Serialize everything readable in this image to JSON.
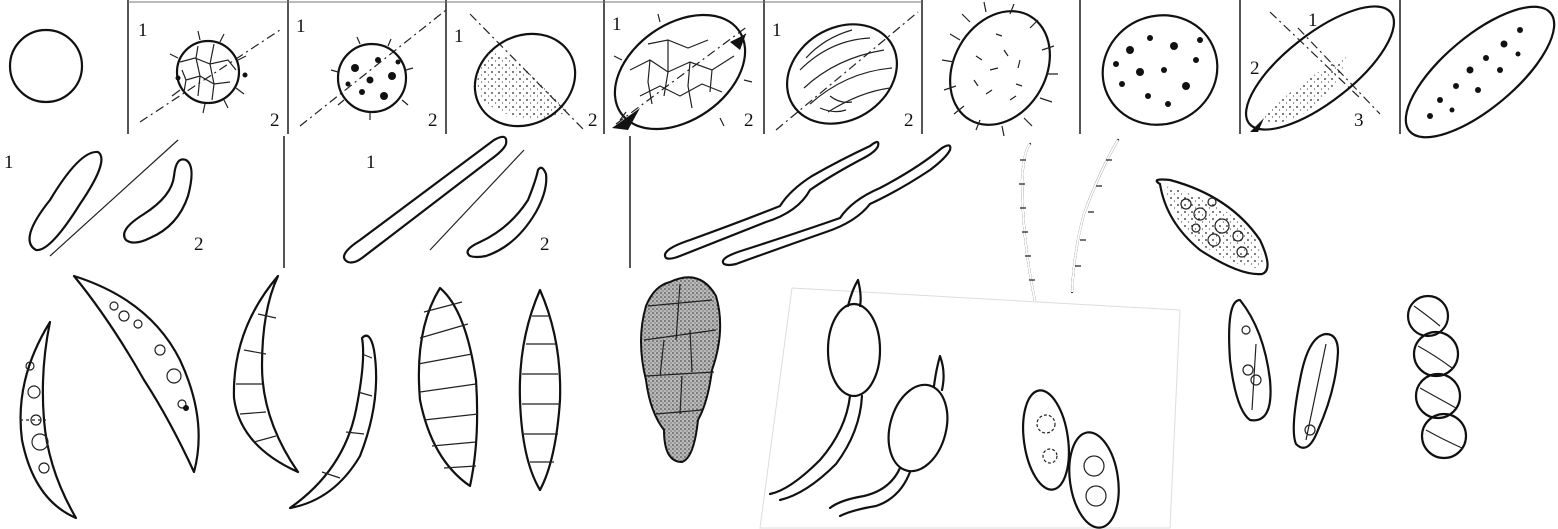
{
  "labels": {
    "one": "1",
    "two": "2",
    "three": "3"
  },
  "ink_color": "#111111",
  "paper_color": "#ffffff"
}
